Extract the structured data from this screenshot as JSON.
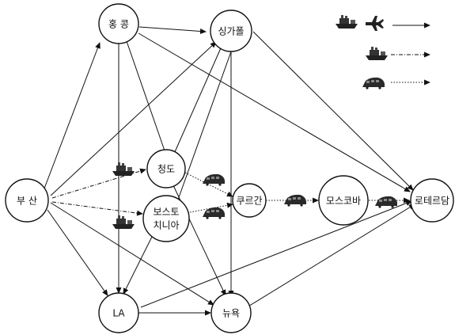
{
  "nodes": {
    "busan": "부 산",
    "hongkong": "홍 콩",
    "singapore": "싱가폴",
    "qingdao": "청도",
    "vostochny_line1": "보스토",
    "vostochny_line2": "치니아",
    "kurgan": "쿠르간",
    "moscow": "모스코바",
    "rotterdam": "로테르담",
    "la": "LA",
    "newyork": "뉴욕"
  },
  "legend": [
    {
      "icon": "ship-and-plane-icon",
      "line": "solid"
    },
    {
      "icon": "ship-icon",
      "line": "dash-dot"
    },
    {
      "icon": "train-icon",
      "line": "dotted"
    }
  ]
}
